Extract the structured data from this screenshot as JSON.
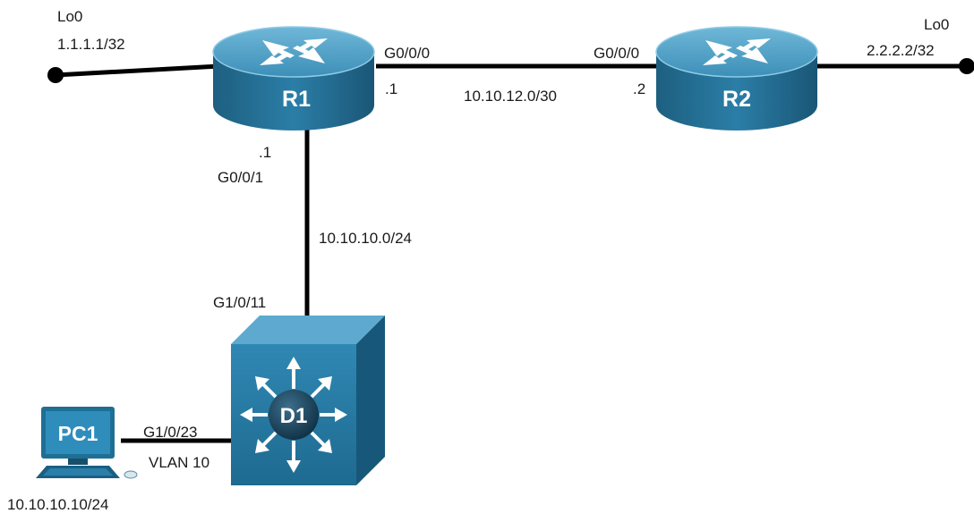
{
  "devices": {
    "r1": {
      "name": "R1"
    },
    "r2": {
      "name": "R2"
    },
    "d1": {
      "name": "D1"
    },
    "pc1": {
      "name": "PC1"
    }
  },
  "labels": {
    "r1_lo_name": "Lo0",
    "r1_lo_ip": "1.1.1.1/32",
    "r2_lo_name": "Lo0",
    "r2_lo_ip": "2.2.2.2/32",
    "r1_g000": "G0/0/0",
    "r1_g000_host": ".1",
    "r2_g000": "G0/0/0",
    "r2_g000_host": ".2",
    "net_r1_r2": "10.10.12.0/30",
    "r1_g001_host": ".1",
    "r1_g001": "G0/0/1",
    "net_r1_d1": "10.10.10.0/24",
    "d1_g1011": "G1/0/11",
    "d1_g1023": "G1/0/23",
    "vlan": "VLAN 10",
    "pc1_ip": "10.10.10.10/24"
  },
  "colors": {
    "device_top": "#4f9fc4",
    "device_side": "#1f6f95",
    "device_dark": "#174f6b",
    "link": "#000000",
    "text": "#1a1a1a"
  }
}
